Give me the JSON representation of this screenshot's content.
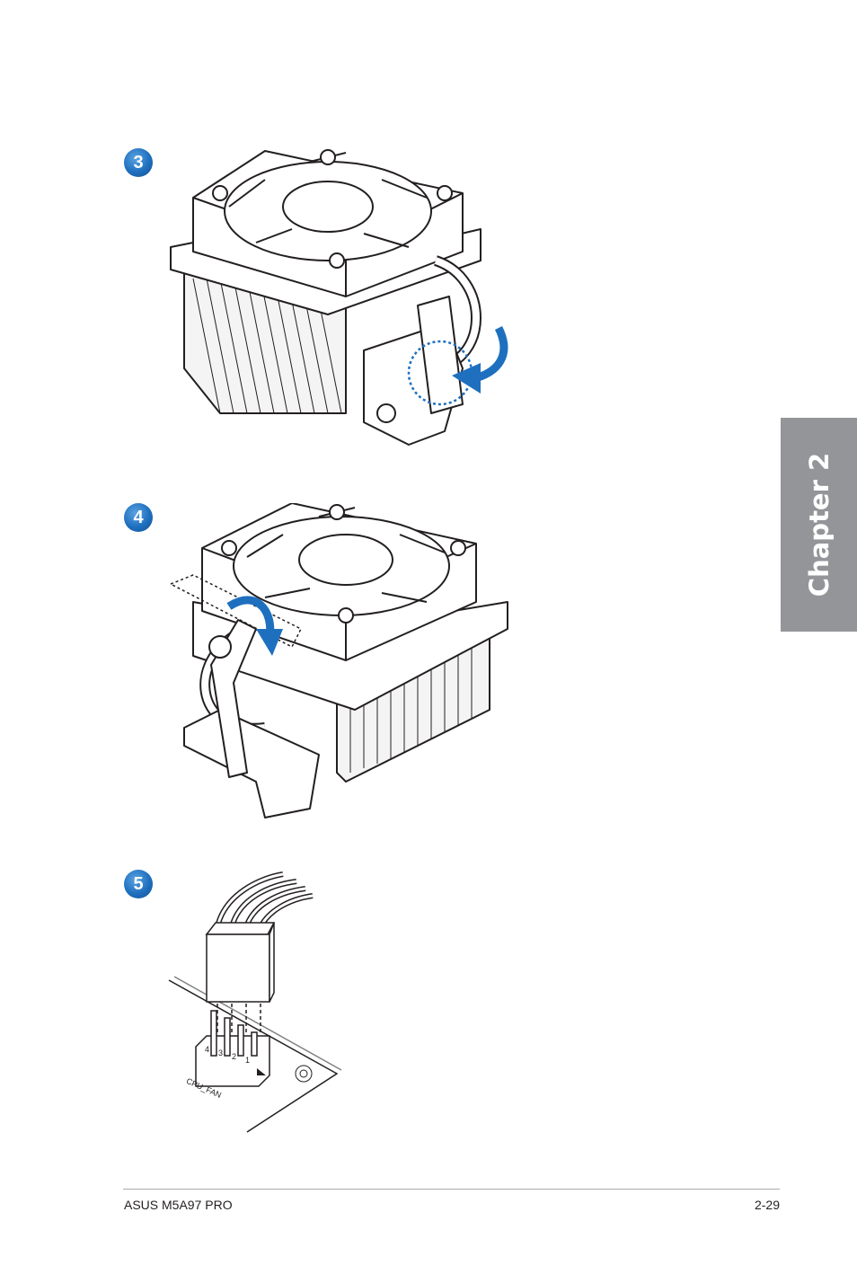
{
  "steps": [
    {
      "number": "3"
    },
    {
      "number": "4"
    },
    {
      "number": "5"
    }
  ],
  "fan_connector": {
    "pin_labels": [
      "4",
      "3",
      "2",
      "1"
    ],
    "header_label": "CPU_FAN"
  },
  "sidebar": {
    "chapter_label": "Chapter 2"
  },
  "footer": {
    "product": "ASUS M5A97 PRO",
    "page_number": "2-29"
  },
  "colors": {
    "accent_blue": "#1f6fbf",
    "tab_gray": "#939598",
    "line": "#231f20"
  }
}
